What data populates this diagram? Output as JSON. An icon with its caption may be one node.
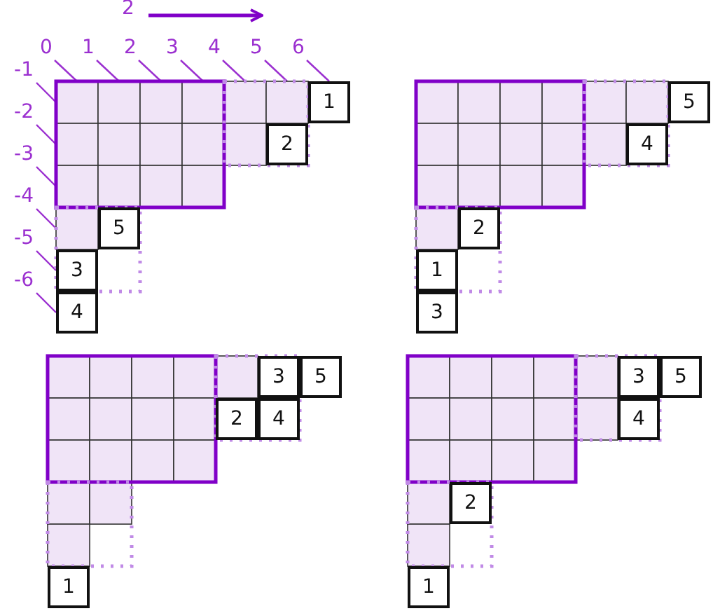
{
  "diagram": {
    "nodes": [
      {
        "text": [
          "0"
        ]
      },
      {
        "text": [
          "1"
        ]
      },
      {
        "text": [
          "2"
        ]
      },
      {
        "text": [
          "3"
        ]
      },
      {
        "text": [
          "4"
        ]
      },
      {
        "text": [
          "5"
        ]
      },
      {
        "text": [
          "6"
        ]
      },
      {
        "text": [
          "-1"
        ]
      },
      {
        "text": [
          "-2"
        ]
      },
      {
        "text": [
          "-3"
        ]
      },
      {
        "text": [
          "-4"
        ]
      },
      {
        "text": [
          "-5"
        ]
      },
      {
        "text": [
          "-6"
        ]
      },
      {
        "text": [],
        "shape": "grid"
      },
      {
        "text": [
          "1"
        ]
      },
      {
        "text": [
          "2"
        ],
        "in": 13
      },
      {
        "text": [
          "5"
        ],
        "in": 13
      },
      {
        "text": [
          "3"
        ],
        "in": 13
      },
      {
        "text": [
          "4"
        ]
      },
      {
        "text": [],
        "shape": "grid"
      },
      {
        "text": [
          "5"
        ]
      },
      {
        "text": [
          "4"
        ],
        "in": 19
      },
      {
        "text": [
          "2"
        ],
        "in": 19
      },
      {
        "text": [
          "1"
        ],
        "in": 19
      },
      {
        "text": [
          "3"
        ]
      },
      {
        "text": [],
        "shape": "grid"
      },
      {
        "text": [
          "3"
        ],
        "in": 25
      },
      {
        "text": [
          "5"
        ]
      },
      {
        "text": [
          "2"
        ],
        "in": 25
      },
      {
        "text": [
          "4"
        ],
        "in": 25
      },
      {
        "text": [
          "1"
        ]
      },
      {
        "text": [],
        "shape": "grid"
      },
      {
        "text": [
          "3"
        ],
        "in": 31
      },
      {
        "text": [
          "5"
        ]
      },
      {
        "text": [
          "4"
        ],
        "in": 31
      },
      {
        "text": [
          "2"
        ],
        "in": 31
      },
      {
        "text": [
          "1"
        ]
      }
    ],
    "edges": [
      {
        "from": 0,
        "to": 13,
        "arrow": "none"
      },
      {
        "from": 1,
        "to": 13,
        "arrow": "none"
      },
      {
        "from": 2,
        "to": 13,
        "arrow": "none"
      },
      {
        "from": 3,
        "to": 13,
        "arrow": "none"
      },
      {
        "from": 4,
        "to": 13,
        "arrow": "none"
      },
      {
        "from": 5,
        "to": 13,
        "arrow": "none"
      },
      {
        "from": 6,
        "to": 14,
        "arrow": "none"
      },
      {
        "from": 7,
        "to": 13,
        "arrow": "none"
      },
      {
        "from": 8,
        "to": 13,
        "arrow": "none"
      },
      {
        "from": 9,
        "to": 13,
        "arrow": "none"
      },
      {
        "from": 10,
        "to": 13,
        "arrow": "none"
      },
      {
        "from": 11,
        "to": 17,
        "arrow": "none"
      },
      {
        "from": 12,
        "to": 18,
        "arrow": "none"
      }
    ],
    "labels": [
      "2"
    ]
  }
}
